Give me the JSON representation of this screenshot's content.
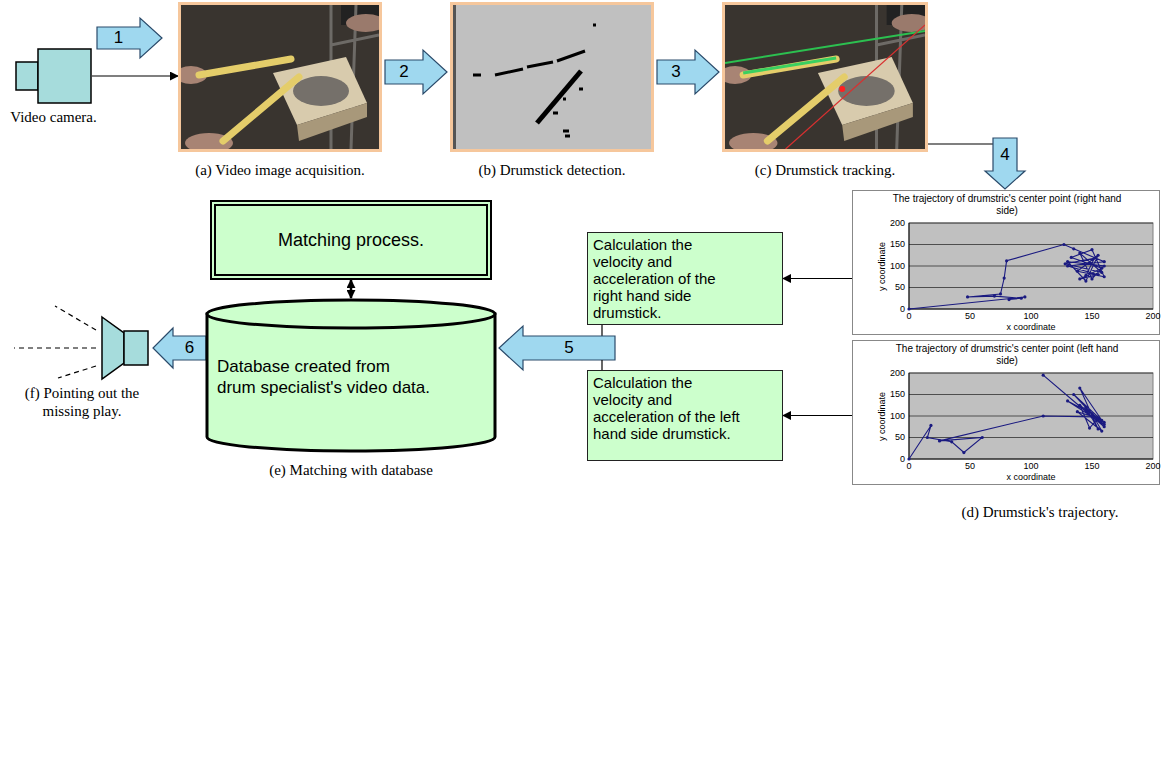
{
  "diagram": {
    "nodes": [
      {
        "text": [
          "Video camera."
        ]
      },
      {
        "text": [
          "(a) Video image acquisition."
        ]
      },
      {
        "text": [
          "(b) Drumstick detection."
        ]
      },
      {
        "text": [
          "(c) Drumstick tracking."
        ]
      },
      {
        "text": [
          "The trajectory of drumstric's center point (right hand side)"
        ]
      },
      {
        "text": [
          "The trajectory of drumstric's center point (left hand side)"
        ]
      },
      {
        "text": [
          "Calculation the velocity and acceleration of the right hand side drumstick."
        ]
      },
      {
        "text": [
          "Calculation the velocity and acceleration of the left hand side drumstick."
        ]
      },
      {
        "text": [
          "Matching process."
        ]
      },
      {
        "text": [
          "Database created from drum specialist's video data."
        ]
      },
      {
        "text": [
          "(f) Pointing out the missing play."
        ]
      }
    ],
    "edges": [
      {
        "from": 0,
        "to": 1,
        "arrow": "to",
        "label": "1"
      },
      {
        "from": 1,
        "to": 2,
        "arrow": "to",
        "label": "2"
      },
      {
        "from": 2,
        "to": 3,
        "arrow": "to",
        "label": "3"
      },
      {
        "from": 3,
        "to": 4,
        "arrow": "to",
        "label": "4"
      },
      {
        "from": 4,
        "to": 6,
        "arrow": "to"
      },
      {
        "from": 5,
        "to": 7,
        "arrow": "to"
      },
      {
        "from": 6,
        "to": 9,
        "arrow": "to",
        "label": "5"
      },
      {
        "from": 7,
        "to": 9,
        "arrow": "to"
      },
      {
        "from": 8,
        "to": 9,
        "arrow": "both"
      },
      {
        "from": 9,
        "to": 10,
        "arrow": "to",
        "label": "6"
      }
    ],
    "labels": [
      "200",
      "150",
      "100",
      "50",
      "0",
      "0",
      "50",
      "100",
      "150",
      "200",
      "y coordinate",
      "x coordinate",
      "200",
      "150",
      "100",
      "50",
      "0",
      "0",
      "50",
      "100",
      "150",
      "200",
      "y coordinate",
      "x coordinate",
      "(d) Drumstick's trajectory.",
      "(e) Matching with database"
    ]
  }
}
